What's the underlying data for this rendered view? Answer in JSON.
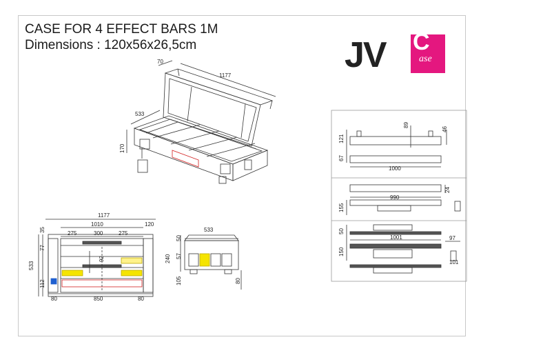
{
  "title": {
    "line1": "CASE FOR 4 EFFECT BARS 1M",
    "line2": "Dimensions : 120x56x26,5cm"
  },
  "logo": {
    "jv": "JV",
    "c": "C",
    "case": "ase",
    "colors": {
      "accent": "#e4177f",
      "dark": "#222222"
    }
  },
  "iso_view": {
    "dims": [
      "70",
      "1177",
      "533",
      "170"
    ]
  },
  "top_view": {
    "dims": [
      "1177",
      "1010",
      "120",
      "35",
      "275",
      "300",
      "275",
      "77",
      "533",
      "92",
      "112",
      "80",
      "850",
      "80"
    ]
  },
  "side_view": {
    "dims": [
      "533",
      "50",
      "57",
      "240",
      "105",
      "80"
    ]
  },
  "bar_views": {
    "panel1": [
      "89",
      "46",
      "121",
      "67",
      "1000"
    ],
    "panel2": [
      "24",
      "990",
      "155"
    ],
    "panel3": [
      "50",
      "1001",
      "97",
      "150",
      "101"
    ]
  },
  "colors": {
    "line": "#333333",
    "yellow": "#f5e400",
    "red": "#d21e1e",
    "blue": "#2060d0"
  }
}
